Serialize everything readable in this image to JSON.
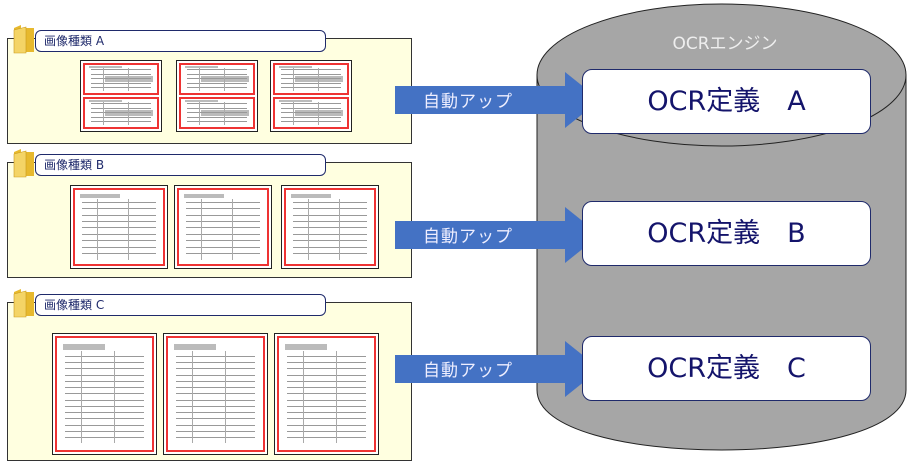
{
  "groups": [
    {
      "label": "画像種類 A",
      "doc_count": 3,
      "sheets_per_doc": 2
    },
    {
      "label": "画像種類 B",
      "doc_count": 3,
      "sheets_per_doc": 1
    },
    {
      "label": "画像種類 C",
      "doc_count": 3,
      "sheets_per_doc": 1
    }
  ],
  "arrows": [
    "自動アップ",
    "自動アップ",
    "自動アップ"
  ],
  "engine": {
    "label": "OCRエンジン",
    "definitions": [
      "OCR定義　A",
      "OCR定義　B",
      "OCR定義　C"
    ]
  },
  "colors": {
    "panel": "#ffffe0",
    "arrow": "#4472c4",
    "cylinder": "#a6a6a6",
    "text": "#1f2a6b",
    "doc_border": "#e33333"
  }
}
